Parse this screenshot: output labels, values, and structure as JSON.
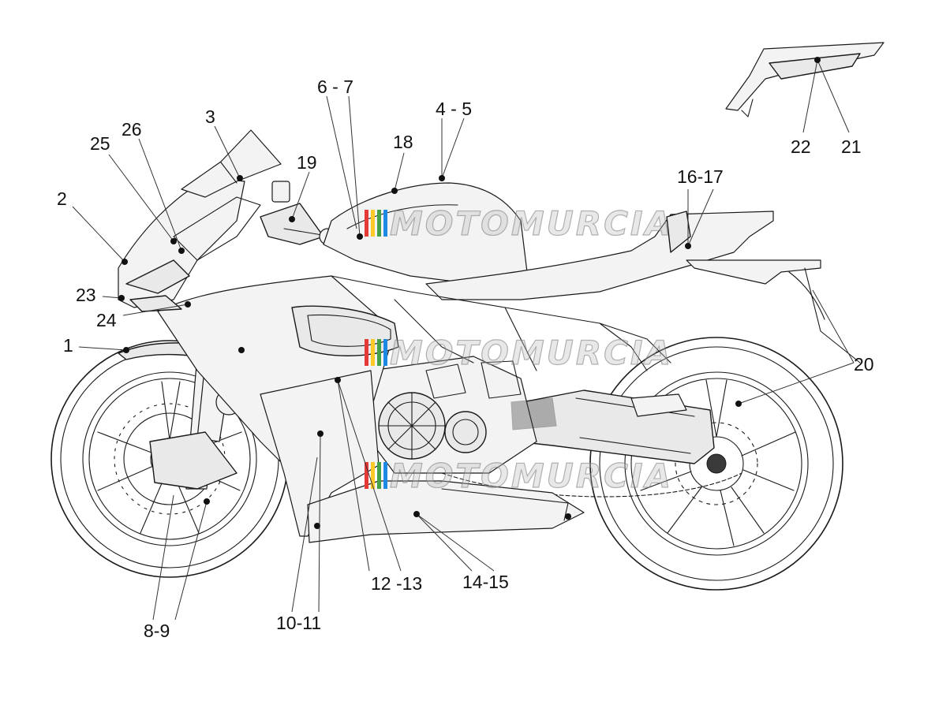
{
  "diagram": {
    "watermark_text": "MOTOMURCIA",
    "watermark_colors": [
      "#e53935",
      "#ffca28",
      "#43a047",
      "#1e88e5"
    ],
    "callouts": [
      {
        "id": "c1",
        "label": "1"
      },
      {
        "id": "c2",
        "label": "2"
      },
      {
        "id": "c3",
        "label": "3"
      },
      {
        "id": "c25",
        "label": "25"
      },
      {
        "id": "c26",
        "label": "26"
      },
      {
        "id": "c23",
        "label": "23"
      },
      {
        "id": "c24",
        "label": "24"
      },
      {
        "id": "c19",
        "label": "19"
      },
      {
        "id": "c67",
        "label": "6 - 7"
      },
      {
        "id": "c18",
        "label": "18"
      },
      {
        "id": "c45",
        "label": "4 - 5"
      },
      {
        "id": "c1617",
        "label": "16-17"
      },
      {
        "id": "c22",
        "label": "22"
      },
      {
        "id": "c21",
        "label": "21"
      },
      {
        "id": "c20",
        "label": "20"
      },
      {
        "id": "c89",
        "label": "8-9"
      },
      {
        "id": "c1011",
        "label": "10-11"
      },
      {
        "id": "c1213",
        "label": "12 -13"
      },
      {
        "id": "c1415",
        "label": "14-15"
      }
    ]
  }
}
